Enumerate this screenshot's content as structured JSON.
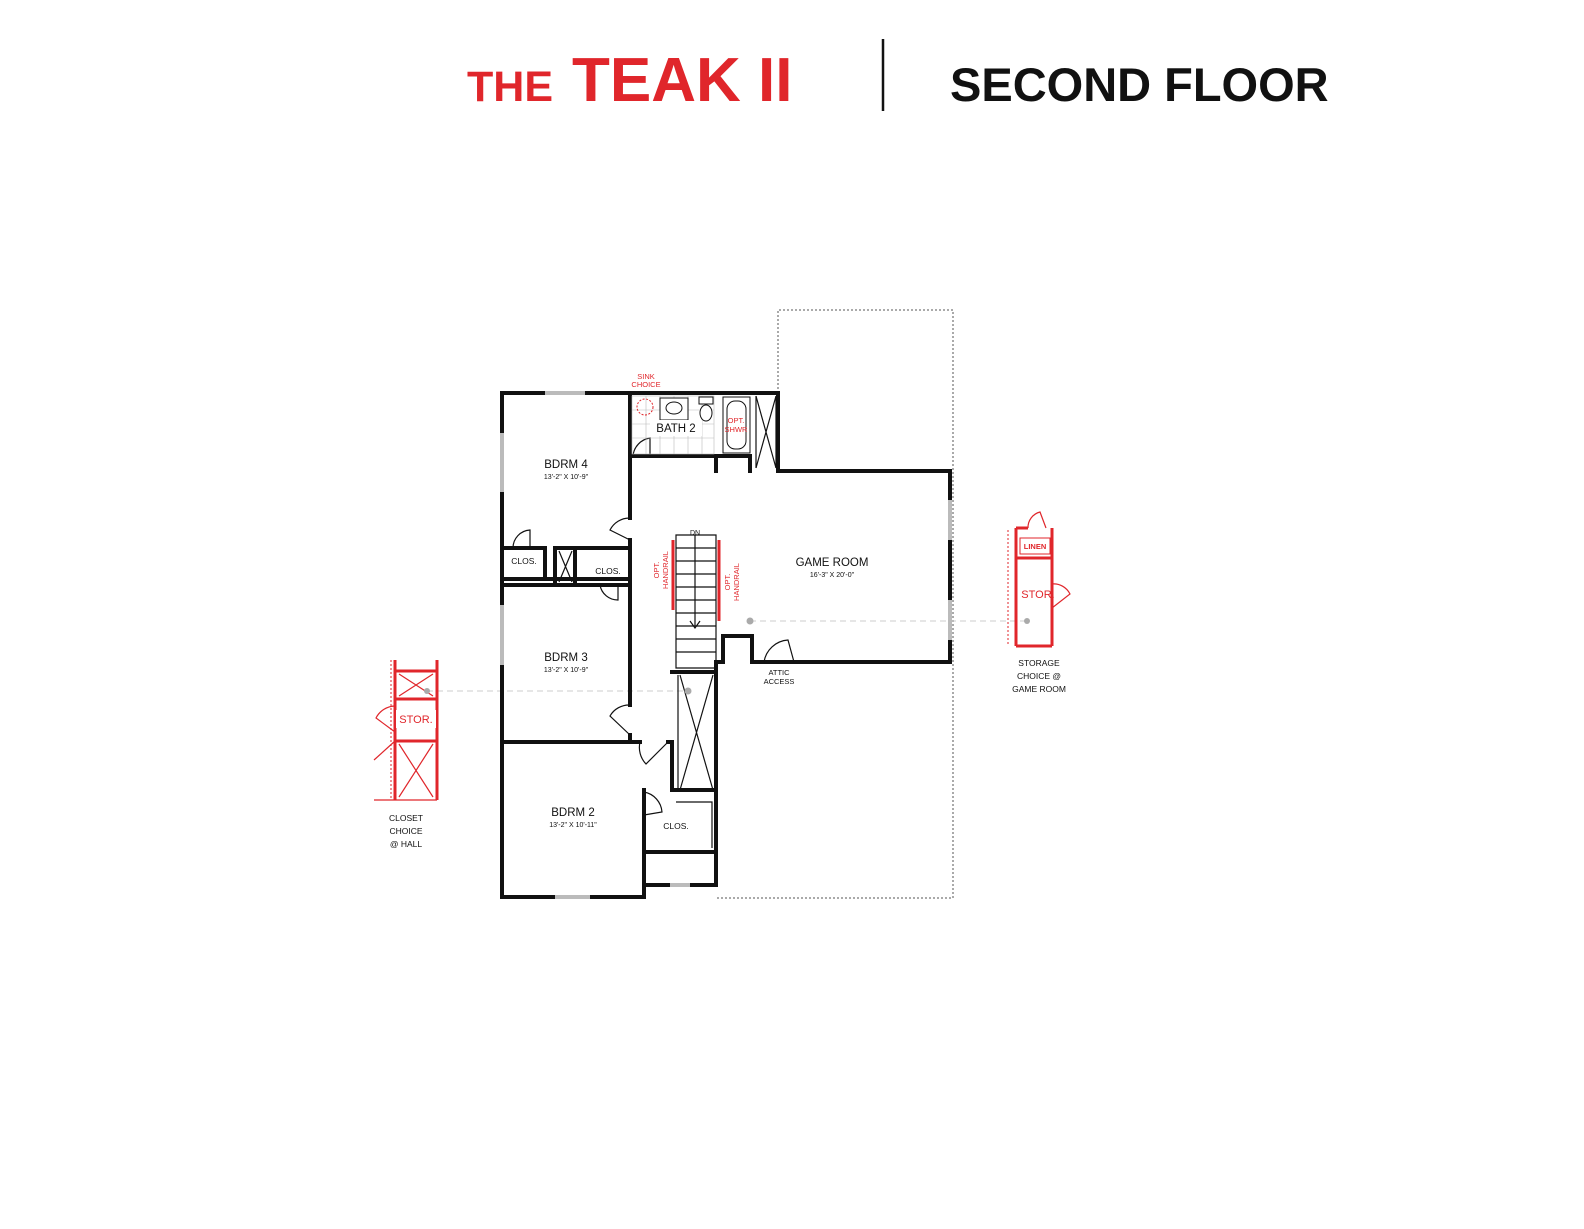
{
  "header": {
    "title_prefix": "THE",
    "title_model": "TEAK II",
    "floor_label": "SECOND FLOOR"
  },
  "colors": {
    "accent": "#e0262b",
    "wall": "#111111",
    "text": "#111111"
  },
  "rooms": {
    "bdrm4": {
      "name": "BDRM 4",
      "size": "13'-2\" X 10'-9\""
    },
    "bdrm3": {
      "name": "BDRM 3",
      "size": "13'-2\" X 10'-9\""
    },
    "bdrm2": {
      "name": "BDRM 2",
      "size": "13'-2\" X 10'-11\""
    },
    "game_room": {
      "name": "GAME ROOM",
      "size": "16'-3\" X 20'-0\""
    },
    "bath2": {
      "name": "BATH 2"
    }
  },
  "labels": {
    "clos_bdrm4": "CLOS.",
    "clos_bdrm3": "CLOS.",
    "clos_bdrm2": "CLOS.",
    "stair_down": "DN",
    "attic_line1": "ATTIC",
    "attic_line2": "ACCESS",
    "sink_line1": "SINK",
    "sink_line2": "CHOICE",
    "opt_shwr_line1": "OPT.",
    "opt_shwr_line2": "SHWR",
    "opt_handrail_left_line1": "OPT.",
    "opt_handrail_left_line2": "HANDRAIL",
    "opt_handrail_right_line1": "OPT.",
    "opt_handrail_right_line2": "HANDRAIL"
  },
  "options": {
    "hall_closet": {
      "stor_label": "STOR.",
      "caption": [
        "CLOSET",
        "CHOICE",
        "@ HALL"
      ]
    },
    "game_storage": {
      "linen_label": "LINEN",
      "stor_label": "STOR.",
      "caption": [
        "STORAGE",
        "CHOICE @",
        "GAME ROOM"
      ]
    }
  }
}
